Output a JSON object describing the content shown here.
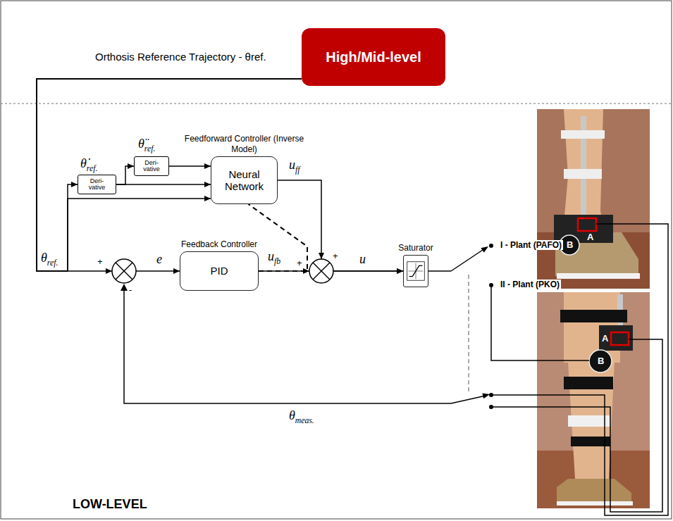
{
  "diagram": {
    "nodes": [
      {
        "text": [
          "High/Mid-level"
        ]
      },
      {
        "text": [
          "Deri- vative"
        ]
      },
      {
        "text": [
          "Deri- vative"
        ]
      },
      {
        "text": [
          "Feedforward Controller (Inverse Model)",
          "Neural Network"
        ]
      },
      {
        "text": [
          "Feedback Controller",
          "PID"
        ]
      },
      {
        "text": [
          "Saturator"
        ]
      }
    ],
    "edges": [
      {
        "from": 0,
        "to": 2,
        "arrow": "to"
      },
      {
        "from": 2,
        "to": 1,
        "arrow": "to"
      },
      {
        "from": 2,
        "to": 3,
        "arrow": "to"
      },
      {
        "from": 1,
        "to": 3,
        "arrow": "to"
      },
      {
        "from": 0,
        "to": 3,
        "arrow": "to"
      },
      {
        "from": 0,
        "to": 4,
        "arrow": "to",
        "label": "e"
      },
      {
        "from": 3,
        "to": 5,
        "arrow": "to",
        "label": "uff"
      },
      {
        "from": 4,
        "to": 5,
        "arrow": "to",
        "label": "ufb"
      },
      {
        "from": 4,
        "to": 3,
        "arrow": "none"
      }
    ],
    "labels": [
      "Orthosis Reference Trajectory - θref.",
      "θ̈ref.",
      "θ̇ref.",
      "θref.",
      "+",
      "-",
      "+",
      "+",
      "u",
      "I - Plant (PAFO)",
      "II - Plant (PKO)",
      "A",
      "B",
      "A",
      "B",
      "θmeas.",
      "LOW-LEVEL"
    ]
  }
}
